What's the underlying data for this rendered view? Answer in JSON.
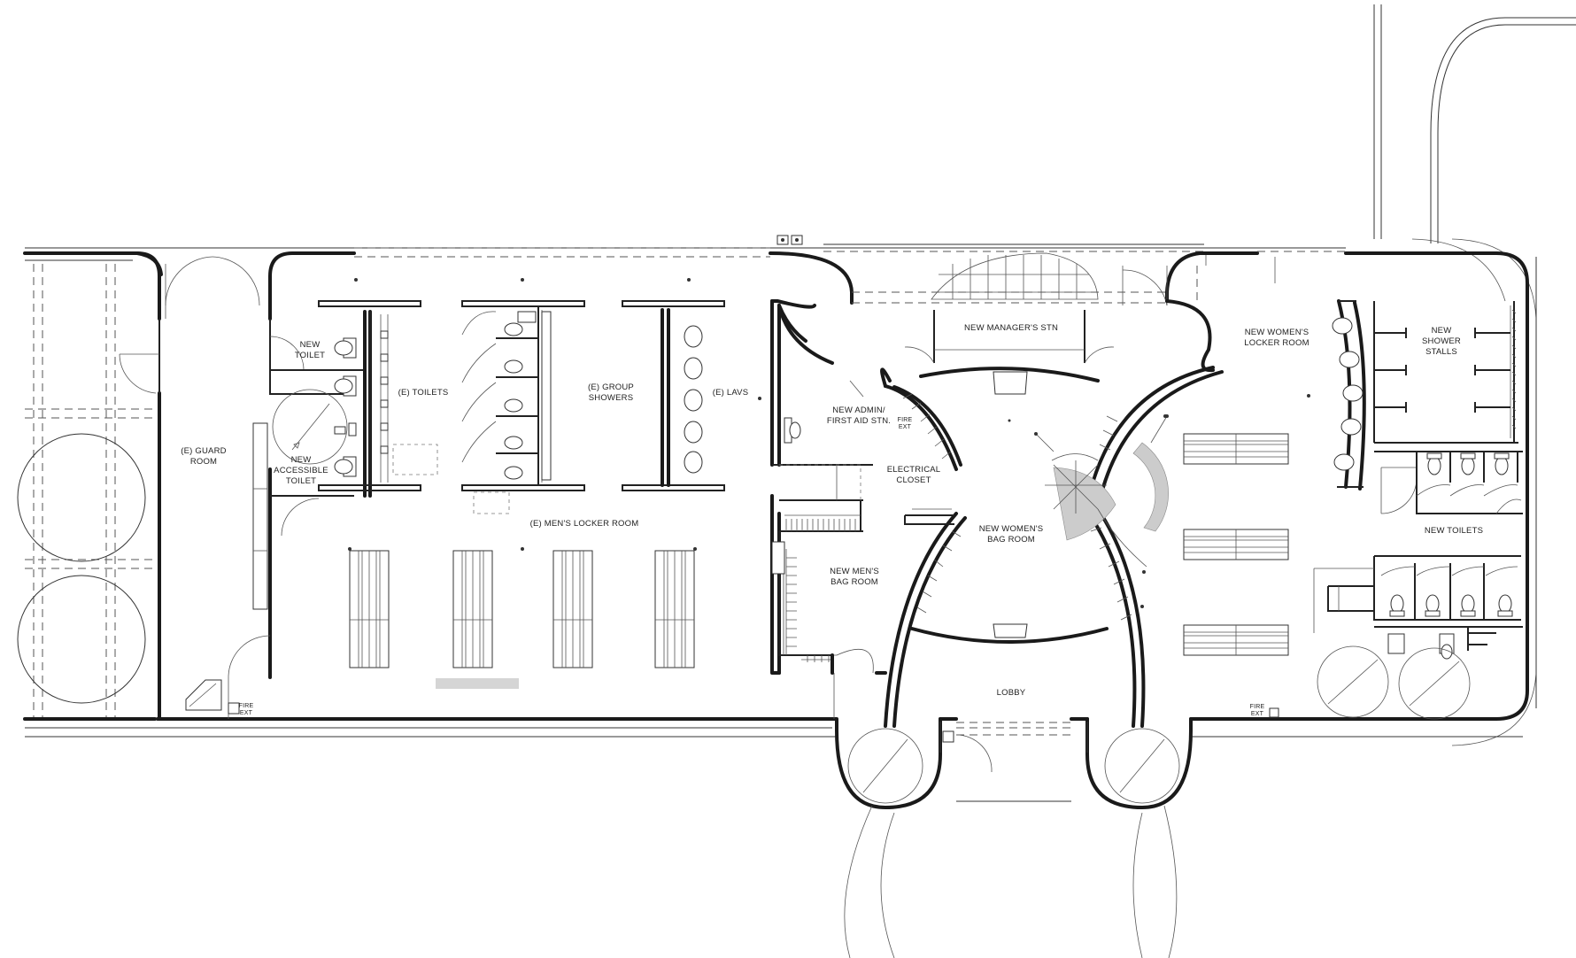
{
  "plan": {
    "rooms": {
      "guard_room": [
        "(E) GUARD",
        "ROOM"
      ],
      "new_toilet": [
        "NEW",
        "TOILET"
      ],
      "accessible_toilet": [
        "NEW",
        "ACCESSIBLE",
        "TOILET"
      ],
      "toilets": [
        "(E) TOILETS"
      ],
      "group_showers": [
        "(E) GROUP",
        "SHOWERS"
      ],
      "lavs": [
        "(E) LAVS"
      ],
      "mens_locker_room": [
        "(E) MEN'S LOCKER ROOM"
      ],
      "admin": [
        "NEW ADMIN/",
        "FIRST AID STN."
      ],
      "electrical": [
        "ELECTRICAL",
        "CLOSET"
      ],
      "managers_stn": [
        "NEW MANAGER'S STN"
      ],
      "womens_bag_room": [
        "NEW WOMEN'S",
        "BAG ROOM"
      ],
      "mens_bag_room": [
        "NEW MEN'S",
        "BAG ROOM"
      ],
      "lobby": [
        "LOBBY"
      ],
      "womens_locker_room": [
        "NEW WOMEN'S",
        "LOCKER ROOM"
      ],
      "shower_stalls": [
        "NEW",
        "SHOWER",
        "STALLS"
      ],
      "new_toilets": [
        "NEW TOILETS"
      ]
    },
    "fire_ext": [
      "FIRE",
      "EXT"
    ]
  }
}
